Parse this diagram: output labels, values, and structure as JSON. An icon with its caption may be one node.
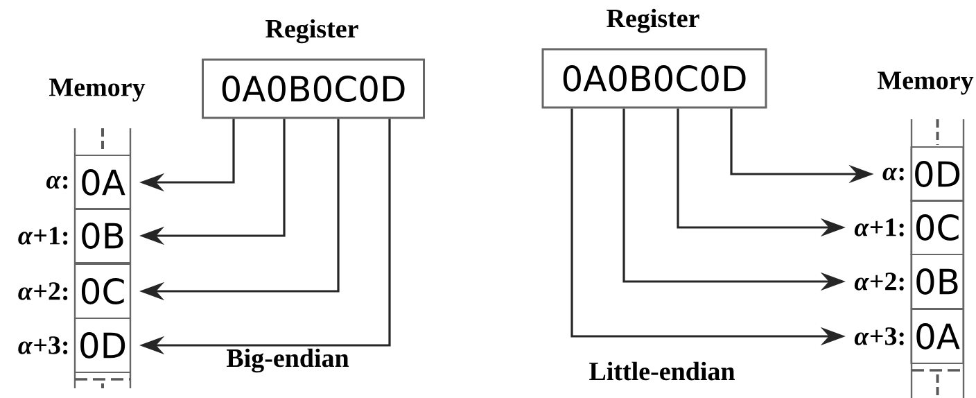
{
  "diagram": {
    "nodes": [
      {
        "text": [
          "Memory"
        ]
      },
      {
        "text": [
          "0A"
        ],
        "in": 0,
        "beside": [
          "*α*:"
        ]
      },
      {
        "text": [
          "0B"
        ],
        "in": 0,
        "beside": [
          "*α*+1:"
        ]
      },
      {
        "text": [
          "0C"
        ],
        "in": 0,
        "beside": [
          "*α*+2:"
        ]
      },
      {
        "text": [
          "0D"
        ],
        "in": 0,
        "beside": [
          "*α*+3:"
        ]
      },
      {
        "text": [
          "Register",
          "0A0B0C0D"
        ]
      },
      {
        "text": [
          "Register",
          "0A0B0C0D"
        ]
      },
      {
        "text": [
          "Memory"
        ]
      },
      {
        "text": [
          "0D"
        ],
        "in": 7,
        "beside": [
          "*α*:"
        ]
      },
      {
        "text": [
          "0C"
        ],
        "in": 7,
        "beside": [
          "*α*+1:"
        ]
      },
      {
        "text": [
          "0B"
        ],
        "in": 7,
        "beside": [
          "*α*+2:"
        ]
      },
      {
        "text": [
          "0A"
        ],
        "in": 7,
        "beside": [
          "*α*+3:"
        ]
      }
    ],
    "edges": [
      {
        "from": 5,
        "to": 1,
        "arrow": "to"
      },
      {
        "from": 5,
        "to": 2,
        "arrow": "to"
      },
      {
        "from": 5,
        "to": 3,
        "arrow": "to"
      },
      {
        "from": 5,
        "to": 4,
        "arrow": "to"
      },
      {
        "from": 6,
        "to": 8,
        "arrow": "to"
      },
      {
        "from": 6,
        "to": 9,
        "arrow": "to"
      },
      {
        "from": 6,
        "to": 10,
        "arrow": "to"
      },
      {
        "from": 6,
        "to": 11,
        "arrow": "to"
      }
    ],
    "labels": [
      "Big-endian",
      "Little-endian"
    ]
  }
}
